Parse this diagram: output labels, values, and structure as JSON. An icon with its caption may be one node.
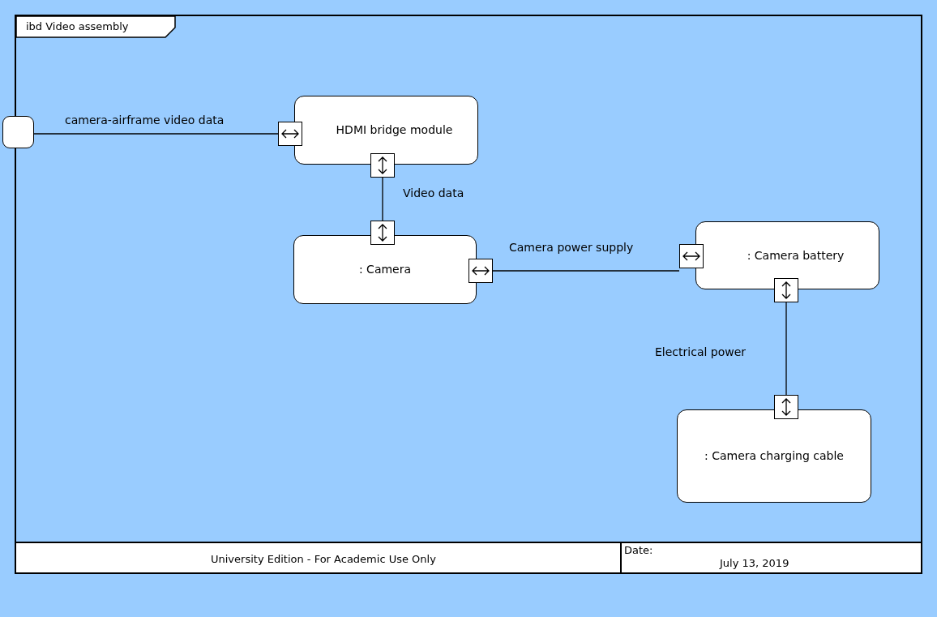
{
  "diagram": {
    "title": "ibd Video assembly",
    "nodes": [
      {
        "text": [],
        "shape": "box"
      },
      {
        "text": [
          "HDMI bridge module"
        ]
      },
      {
        "text": [],
        "shape": "box"
      },
      {
        "text": [],
        "shape": "box"
      },
      {
        "text": [
          ": Camera"
        ]
      },
      {
        "text": [],
        "shape": "box"
      },
      {
        "text": [],
        "shape": "box"
      },
      {
        "text": [
          ": Camera battery"
        ]
      },
      {
        "text": [],
        "shape": "box"
      },
      {
        "text": [],
        "shape": "box"
      },
      {
        "text": [
          ": Camera charging cable"
        ]
      },
      {
        "text": [],
        "shape": "box"
      }
    ],
    "edges": [
      {
        "from": 0,
        "to": 2,
        "arrow": "none",
        "label": "camera-airframe video data"
      },
      {
        "from": 3,
        "to": 5,
        "arrow": "none",
        "label": "Video data"
      },
      {
        "from": 6,
        "to": 8,
        "arrow": "none",
        "label": "Camera power supply"
      },
      {
        "from": 9,
        "to": 11,
        "arrow": "none",
        "label": "Electrical power"
      }
    ],
    "labels": [
      "University Edition - For Academic Use Only",
      "Date:",
      "July 13, 2019"
    ]
  }
}
